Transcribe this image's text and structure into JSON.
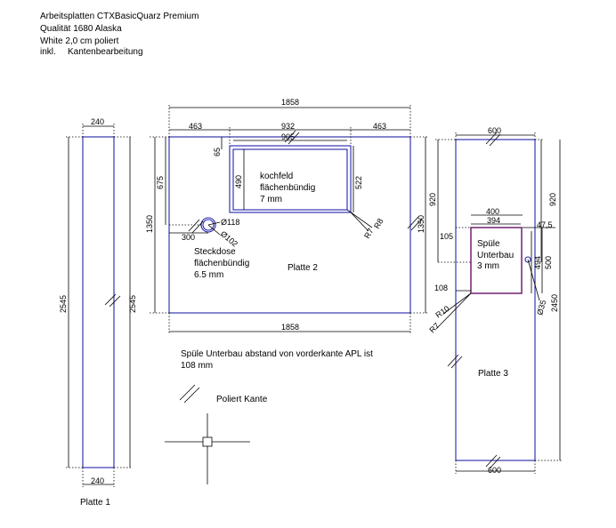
{
  "header": {
    "line1": "Arbeitsplatten CTXBasicQuarz Premium",
    "line2": "Qualität 1680 Alaska",
    "line3": "White 2,0 cm poliert",
    "line4_prefix": "inkl.",
    "line4_text": "Kantenbearbeitung"
  },
  "platte1": {
    "label": "Platte 1",
    "width_top": "240",
    "width_bottom": "240",
    "height_outer": "2545",
    "height_inner": "2545"
  },
  "platte2": {
    "label": "Platte 2",
    "width_top": "1858",
    "width_bottom": "1858",
    "seg_left": "463",
    "seg_mid": "932",
    "seg_right": "463",
    "cutout_width": "905",
    "dim_675": "675",
    "dim_65": "65",
    "dim_490": "490",
    "dim_522": "522",
    "height_left": "1350",
    "height_right": "1350",
    "radius": "R7",
    "radius2": "R8",
    "kochfeld_line1": "kochfeld",
    "kochfeld_line2": "flächenbündig",
    "kochfeld_line3": "7 mm",
    "hole_d1": "Ø118",
    "hole_d2": "Ø102",
    "hole_offset": "300",
    "steckdose_line1": "Steckdose",
    "steckdose_line2": "flächenbündig",
    "steckdose_line3": "6.5 mm"
  },
  "platte3": {
    "label": "Platte 3",
    "width_top": "600",
    "width_bottom": "600",
    "dim_920_left": "920",
    "dim_920_right": "920",
    "height": "2450",
    "sink_outer": "400",
    "sink_inner": "394",
    "dim_105": "105",
    "dim_108": "108",
    "dim_47_5": "47,5",
    "dim_494": "494",
    "dim_500": "500",
    "hole": "Ø35",
    "r10": "R10",
    "r7": "R7",
    "spuele_line1": "Spüle",
    "spuele_line2": "Unterbau",
    "spuele_line3": "3 mm"
  },
  "notes": {
    "spuele_line1": "Spüle Unterbau abstand von vorderkante APL ist",
    "spuele_line2": "108 mm",
    "poliert": "Poliert Kante"
  }
}
